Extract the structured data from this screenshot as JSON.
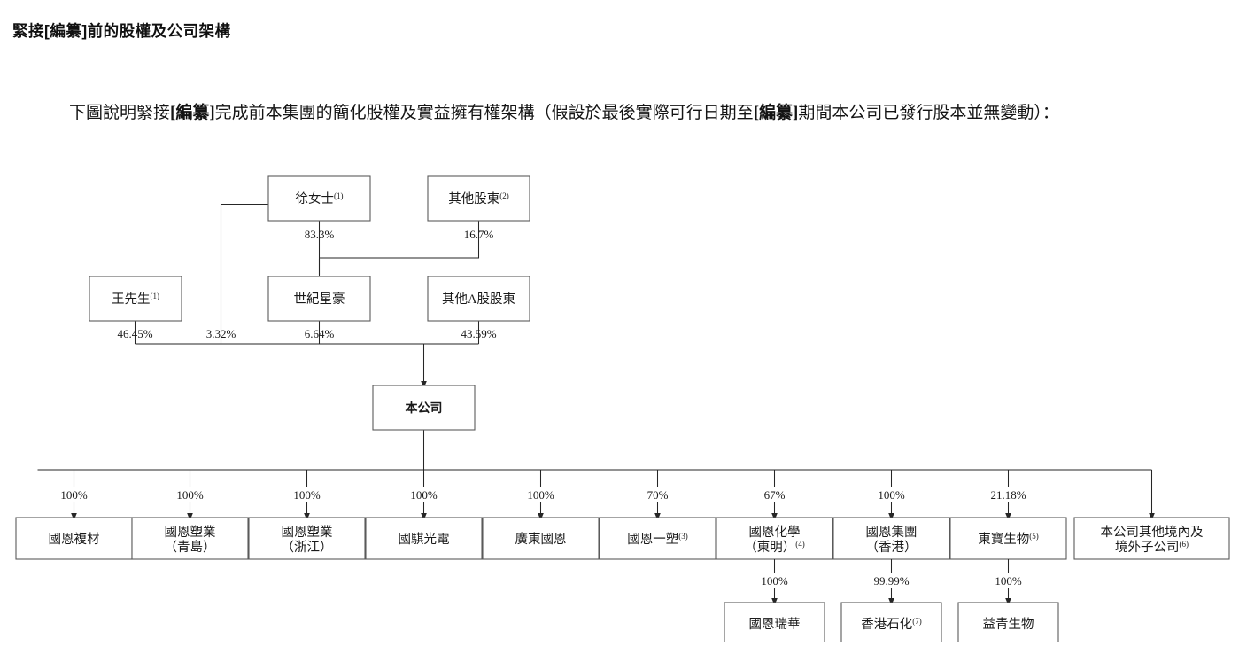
{
  "document": {
    "heading": "緊接[編纂]前的股權及公司架構",
    "paragraph_parts": {
      "p1": "下圖說明緊接",
      "redaction1": "[編纂]",
      "p2": "完成前本集團的簡化股權及實益擁有權架構（假設於最後實際可行日期至",
      "redaction2": "[編纂]",
      "p3": "期間本公司已發行股本並無變動）："
    }
  },
  "chart_data": {
    "type": "diagram",
    "title": "緊接[編纂]前的股權及公司架構",
    "nodes": {
      "xu": {
        "label": "徐女士",
        "note": "(1)"
      },
      "other_holders": {
        "label": "其他股東",
        "note": "(2)"
      },
      "wang": {
        "label": "王先生",
        "note": "(1)"
      },
      "century": {
        "label": "世紀星豪",
        "note": ""
      },
      "other_a_share": {
        "label": "其他A股股東",
        "note": ""
      },
      "company": {
        "label": "本公司",
        "note": ""
      }
    },
    "subsidiaries": [
      {
        "label_line1": "國恩複材",
        "label_line2": "",
        "note": "",
        "pct": "100%"
      },
      {
        "label_line1": "國恩塑業",
        "label_line2": "（青島）",
        "note": "",
        "pct": "100%"
      },
      {
        "label_line1": "國恩塑業",
        "label_line2": "（浙江）",
        "note": "",
        "pct": "100%"
      },
      {
        "label_line1": "國騏光電",
        "label_line2": "",
        "note": "",
        "pct": "100%"
      },
      {
        "label_line1": "廣東國恩",
        "label_line2": "",
        "note": "",
        "pct": "100%"
      },
      {
        "label_line1": "國恩一塑",
        "label_line2": "",
        "note": "(3)",
        "pct": "70%"
      },
      {
        "label_line1": "國恩化學",
        "label_line2": "（東明）",
        "note": "(4)",
        "pct": "67%"
      },
      {
        "label_line1": "國恩集團",
        "label_line2": "（香港）",
        "note": "",
        "pct": "100%"
      },
      {
        "label_line1": "東寶生物",
        "label_line2": "",
        "note": "(5)",
        "pct": "21.18%"
      },
      {
        "label_line1": "本公司其他境內及",
        "label_line2": "境外子公司",
        "note": "(6)",
        "pct": ""
      }
    ],
    "sub_subsidiaries": [
      {
        "parent_index": 6,
        "label": "國恩瑞華",
        "note": "",
        "pct": "100%"
      },
      {
        "parent_index": 7,
        "label": "香港石化",
        "note": "(7)",
        "pct": "99.99%"
      },
      {
        "parent_index": 8,
        "label": "益青生物",
        "note": "",
        "pct": "100%"
      }
    ],
    "ownership_edges": [
      {
        "from": "徐女士",
        "to": "世紀星豪",
        "pct": "83.3%"
      },
      {
        "from": "其他股東",
        "to": "世紀星豪",
        "pct": "16.7%"
      },
      {
        "from": "王先生",
        "to": "本公司",
        "pct": "46.45%"
      },
      {
        "from": "徐女士",
        "to": "本公司",
        "pct": "3.32%"
      },
      {
        "from": "世紀星豪",
        "to": "本公司",
        "pct": "6.64%"
      },
      {
        "from": "其他A股股東",
        "to": "本公司",
        "pct": "43.59%"
      }
    ],
    "percent_labels": {
      "xu_to_century": "83.3%",
      "other_to_century": "16.7%",
      "wang_to_company": "46.45%",
      "xu_to_company": "3.32%",
      "century_to_company": "6.64%",
      "othera_to_company": "43.59%"
    },
    "colors": {
      "box_border": "#5b5b5b",
      "line": "#262626",
      "text": "#1a1a1a",
      "background": "#ffffff"
    }
  }
}
